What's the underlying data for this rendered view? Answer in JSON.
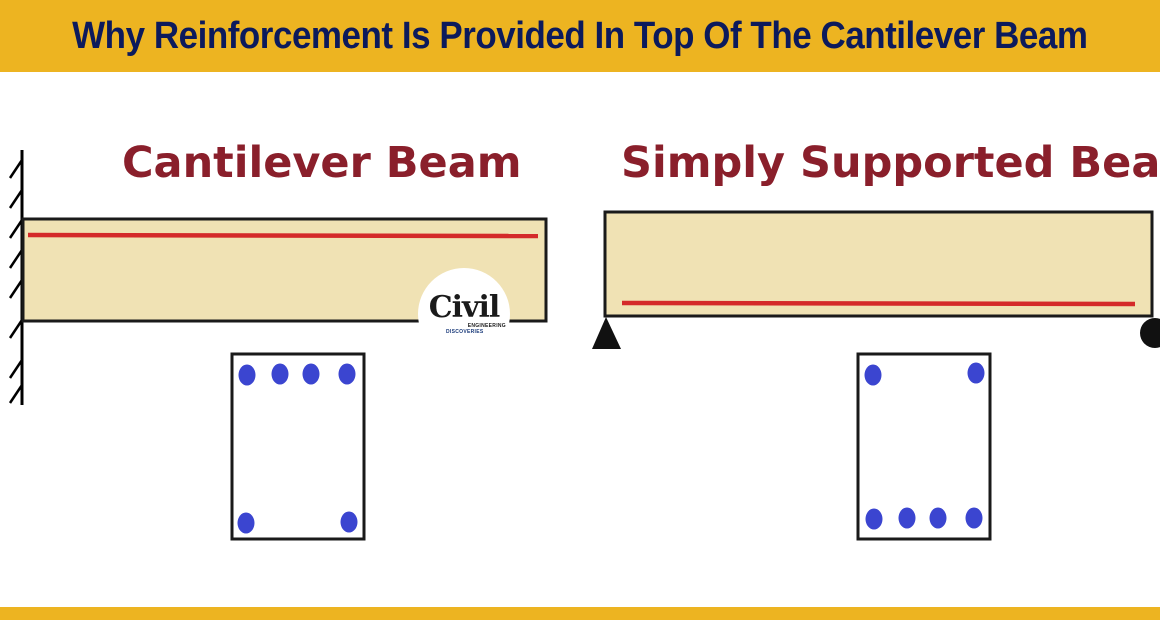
{
  "header": {
    "title": "Why Reinforcement Is Provided In Top Of The Cantilever Beam"
  },
  "cantilever": {
    "title": "Cantilever Beam"
  },
  "simply_supported": {
    "title": "Simply Supported Beam"
  },
  "logo": {
    "word": "Civil",
    "line1": "ENGINEERING",
    "line2": "DISCOVERIES"
  },
  "colors": {
    "banner": "#EDB421",
    "header_text": "#0c1a5c",
    "title_text": "#8A1F2B",
    "beam_fill": "#F0E2B4",
    "rebar_line": "#D42A2A",
    "rebar_dot": "#3B45D0"
  }
}
